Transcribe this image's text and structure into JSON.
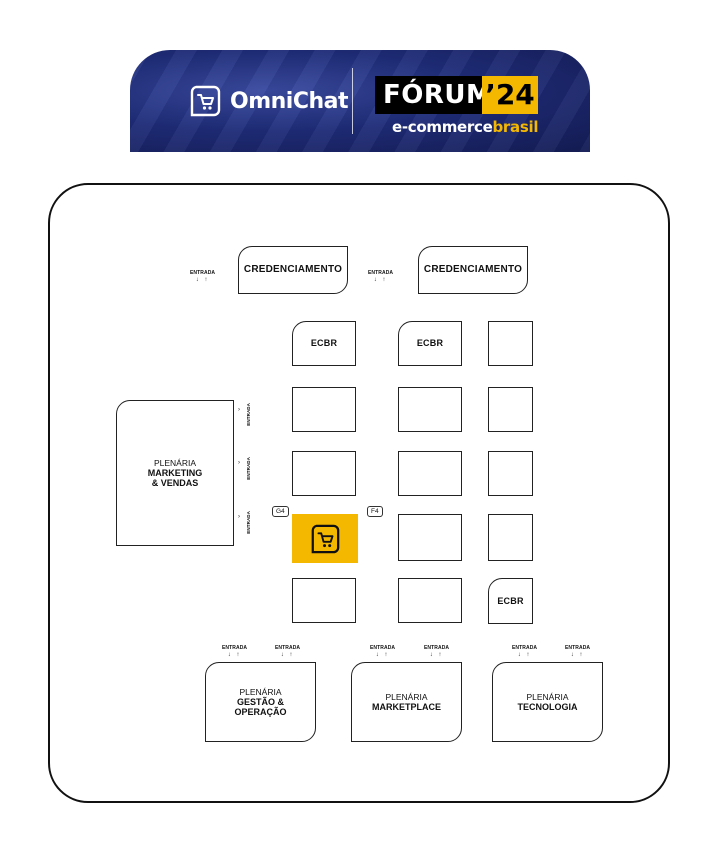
{
  "banner": {
    "brand_name": "OmniChat",
    "event_title": "FÓRUM",
    "event_year": "’24",
    "event_sub_1": "e-commerce",
    "event_sub_2": "brasil",
    "colors": {
      "navy": "#1f2d7a",
      "accent": "#f5b800",
      "black": "#000000"
    }
  },
  "map": {
    "entrance_label": "ENTRADA",
    "arrows": "↓ ↑",
    "credenciamento_1": "CREDENCIAMENTO",
    "credenciamento_2": "CREDENCIAMENTO",
    "ecbr_1": "ECBR",
    "ecbr_2": "ECBR",
    "ecbr_3": "ECBR",
    "tag_g4": "G4",
    "tag_f4": "F4",
    "plenaria_left": {
      "line1": "PLENÁRIA",
      "line2": "MARKETING",
      "line3": "& VENDAS"
    },
    "plenaria_gestao": {
      "line1": "PLENÁRIA",
      "line2": "GESTÃO &",
      "line3": "OPERAÇÃO"
    },
    "plenaria_marketplace": {
      "line1": "PLENÁRIA",
      "line2": "MARKETPLACE"
    },
    "plenaria_tecnologia": {
      "line1": "PLENÁRIA",
      "line2": "TECNOLOGIA"
    },
    "highlight_icon": "omnichat-cart-icon",
    "highlight_color": "#f5b800"
  }
}
